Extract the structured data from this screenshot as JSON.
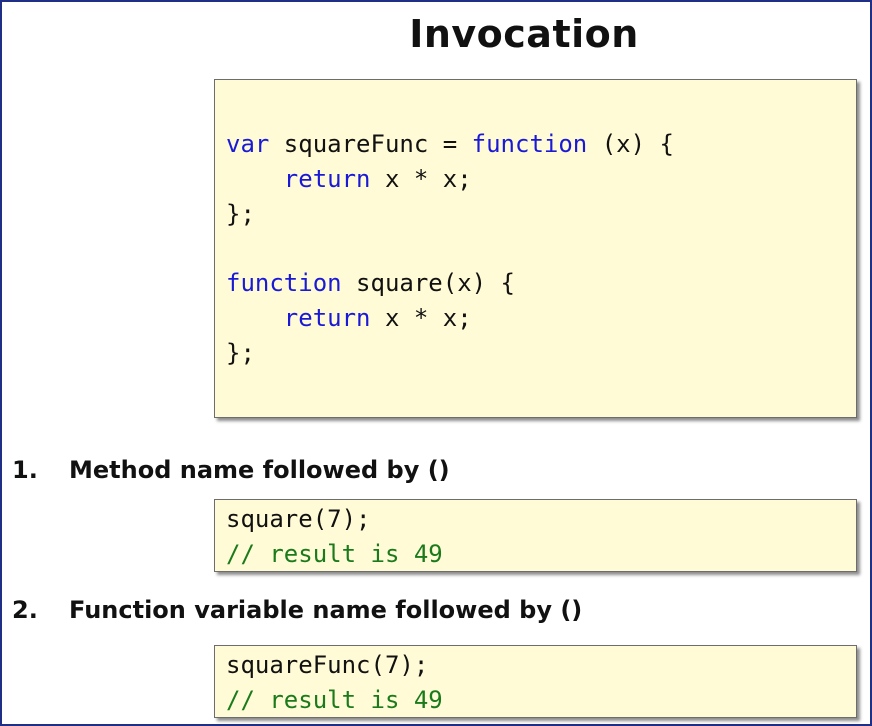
{
  "title": "Invocation",
  "main_code": {
    "line1": {
      "kw1": "var",
      "mid": " squareFunc = ",
      "kw2": "function",
      "rest": " (x) {"
    },
    "line2": {
      "indent": "    ",
      "kw": "return",
      "rest": " x * x;"
    },
    "line3": "};",
    "line5": {
      "kw": "function",
      "rest": " square(x) {"
    },
    "line6": {
      "indent": "    ",
      "kw": "return",
      "rest": " x * x;"
    },
    "line7": "};"
  },
  "steps": [
    {
      "number": "1.",
      "label": "Method name followed by ()",
      "code": "square(7);",
      "comment": "// result is 49"
    },
    {
      "number": "2.",
      "label": "Function variable name followed by ()",
      "code": "squareFunc(7);",
      "comment": "// result is 49"
    }
  ],
  "colors": {
    "keyword": "#1a1ad6",
    "comment": "#1b7a1b",
    "code_background": "#fffbd6",
    "frame_border": "#1f2f86"
  }
}
